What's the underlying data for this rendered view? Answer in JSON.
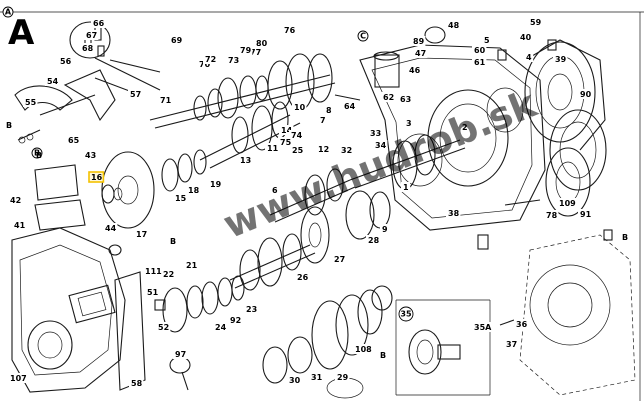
{
  "panel_letter": "A",
  "watermark": "www.hudrob.sk",
  "highlighted_label": "16",
  "highlight_color": "#f3c200",
  "letter_callouts": [
    "A",
    "B",
    "C",
    "35"
  ],
  "labels": [
    "1",
    "2",
    "3",
    "4",
    "5",
    "6",
    "7",
    "8",
    "9",
    "10",
    "11",
    "12",
    "13",
    "14",
    "15",
    "16",
    "17",
    "18",
    "19",
    "21",
    "22",
    "23",
    "24",
    "25",
    "26",
    "27",
    "28",
    "29",
    "30",
    "31",
    "32",
    "33",
    "34",
    "35A",
    "36",
    "37",
    "38",
    "39",
    "40",
    "41",
    "42",
    "43",
    "44",
    "46",
    "47",
    "48",
    "51",
    "52",
    "54",
    "55",
    "56",
    "57",
    "58",
    "59",
    "60",
    "61",
    "62",
    "63",
    "64",
    "65",
    "66",
    "67",
    "68",
    "69",
    "70",
    "71",
    "72",
    "73",
    "74",
    "75",
    "76",
    "77",
    "78",
    "79",
    "80",
    "89",
    "90",
    "91",
    "92",
    "97",
    "107",
    "108",
    "109",
    "111"
  ]
}
